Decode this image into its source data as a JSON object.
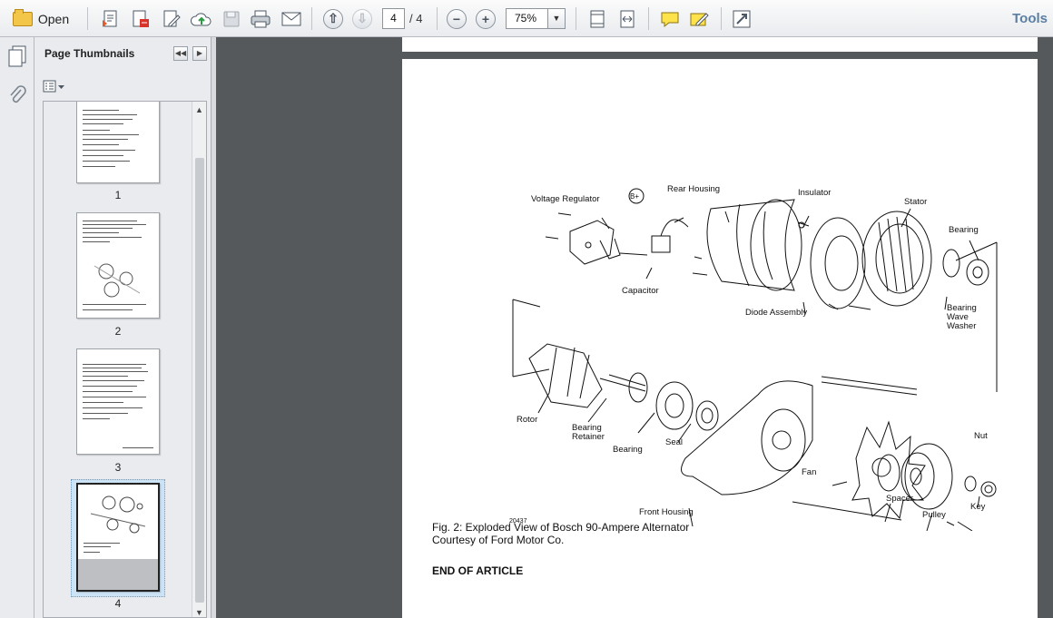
{
  "toolbar": {
    "open_label": "Open",
    "page_current": "4",
    "page_total": "/ 4",
    "zoom_value": "75%",
    "tools_label": "Tools",
    "icons": [
      "open-folder-icon",
      "create-pdf-icon",
      "export-pdf-icon",
      "edit-icon",
      "upload-icon",
      "save-icon",
      "print-icon",
      "email-icon",
      "page-up-icon",
      "page-down-icon",
      "zoom-out-icon",
      "zoom-in-icon",
      "fit-page-icon",
      "fit-width-icon",
      "comment-icon",
      "highlight-icon",
      "fullscreen-icon"
    ]
  },
  "sidebar": {
    "title": "Page Thumbnails",
    "thumbnails": [
      {
        "label": "1"
      },
      {
        "label": "2"
      },
      {
        "label": "3"
      },
      {
        "label": "4",
        "selected": true
      }
    ]
  },
  "document": {
    "figure_labels": {
      "voltage_regulator": "Voltage Regulator",
      "b_plus": "B+",
      "rear_housing": "Rear Housing",
      "insulator": "Insulator",
      "stator": "Stator",
      "bearing_top": "Bearing",
      "capacitor": "Capacitor",
      "diode_assembly": "Diode Assembly",
      "bearing_wave": "Bearing",
      "wave": "Wave",
      "washer": "Washer",
      "rotor": "Rotor",
      "bearing_retainer_1": "Bearing",
      "bearing_retainer_2": "Retainer",
      "bearing_lower": "Bearing",
      "seal": "Seal",
      "fan": "Fan",
      "nut": "Nut",
      "spacer": "Spacer",
      "pulley": "Pulley",
      "key": "Key",
      "front_housing": "Front Housing",
      "fig_number": "20437"
    },
    "caption_line1": "Fig. 2:  Exploded View of Bosch 90-Ampere Alternator",
    "caption_line2": "Courtesy of Ford Motor Co.",
    "end_text": "END OF ARTICLE"
  }
}
